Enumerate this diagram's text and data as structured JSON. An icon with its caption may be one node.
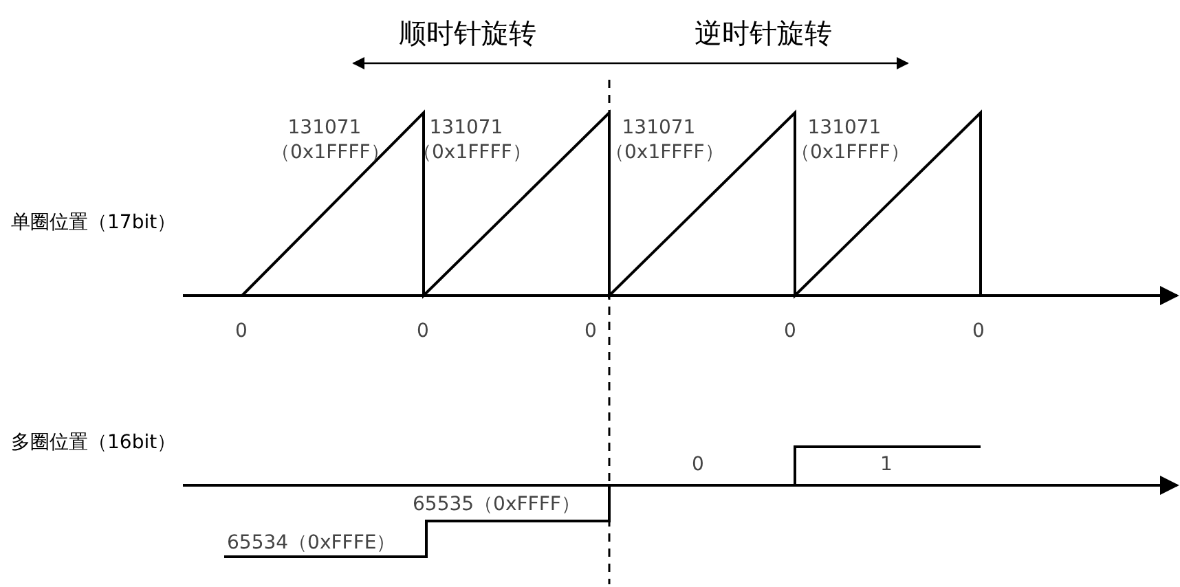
{
  "diagram": {
    "labels": [
      "顺时针旋转",
      "逆时针旋转",
      "131071 （0x1FFFF）",
      "131071 （0x1FFFF）",
      "131071 （0x1FFFF）",
      "131071 （0x1FFFF）",
      "单圈位置（17bit）",
      "0",
      "0",
      "0",
      "0",
      "0",
      "多圈位置（16bit）",
      "0",
      "1",
      "65535（0xFFFF）",
      "65534（0xFFFE）"
    ]
  }
}
